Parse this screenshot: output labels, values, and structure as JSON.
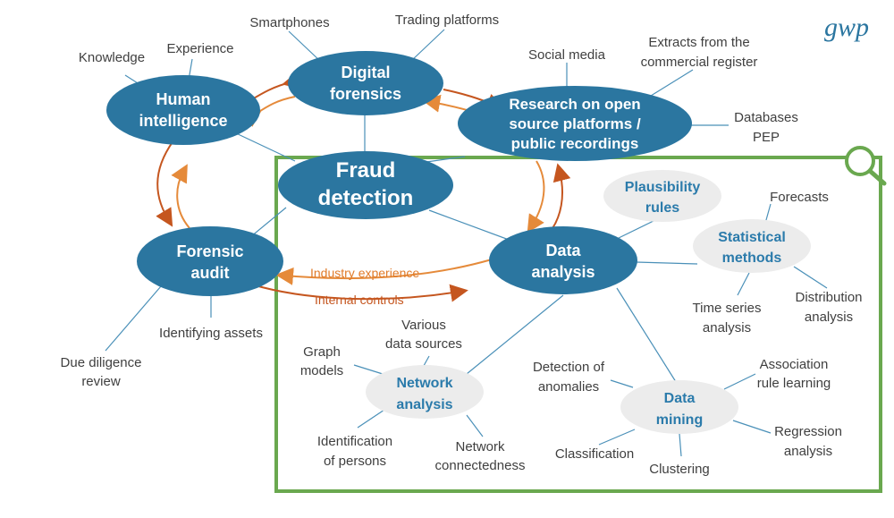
{
  "logo": "gwp",
  "colors": {
    "blue": "#2b76a0",
    "light": "#ececec",
    "green": "#6aa84f",
    "orange": "#e58a3a",
    "brown": "#c5561f"
  },
  "nodes": {
    "human_intelligence": [
      "Human",
      "intelligence"
    ],
    "digital_forensics": [
      "Digital",
      "forensics"
    ],
    "research": [
      "Research on open",
      "source platforms /",
      "public recordings"
    ],
    "fraud_detection": [
      "Fraud",
      "detection"
    ],
    "forensic_audit": [
      "Forensic",
      "audit"
    ],
    "data_analysis": [
      "Data",
      "analysis"
    ],
    "plausibility_rules": [
      "Plausibility",
      "rules"
    ],
    "statistical_methods": [
      "Statistical",
      "methods"
    ],
    "network_analysis": [
      "Network",
      "analysis"
    ],
    "data_mining": [
      "Data",
      "mining"
    ]
  },
  "labels": {
    "knowledge": "Knowledge",
    "experience": "Experience",
    "smartphones": "Smartphones",
    "trading_platforms": "Trading platforms",
    "social_media": "Social media",
    "extracts": [
      "Extracts from the",
      "commercial register"
    ],
    "databases": [
      "Databases",
      "PEP"
    ],
    "due_diligence": [
      "Due diligence",
      "review"
    ],
    "identifying_assets": "Identifying assets",
    "forecasts": "Forecasts",
    "time_series": [
      "Time series",
      "analysis"
    ],
    "distribution": [
      "Distribution",
      "analysis"
    ],
    "various_sources": [
      "Various",
      "data sources"
    ],
    "graph_models": [
      "Graph",
      "models"
    ],
    "identification": [
      "Identification",
      "of persons"
    ],
    "connectedness": [
      "Network",
      "connectedness"
    ],
    "detection_anomalies": [
      "Detection of",
      "anomalies"
    ],
    "association": [
      "Association",
      "rule learning"
    ],
    "regression": [
      "Regression",
      "analysis"
    ],
    "classification": "Classification",
    "clustering": "Clustering",
    "industry_experience": "Industry experience",
    "internal_controls": "Internal controls"
  }
}
